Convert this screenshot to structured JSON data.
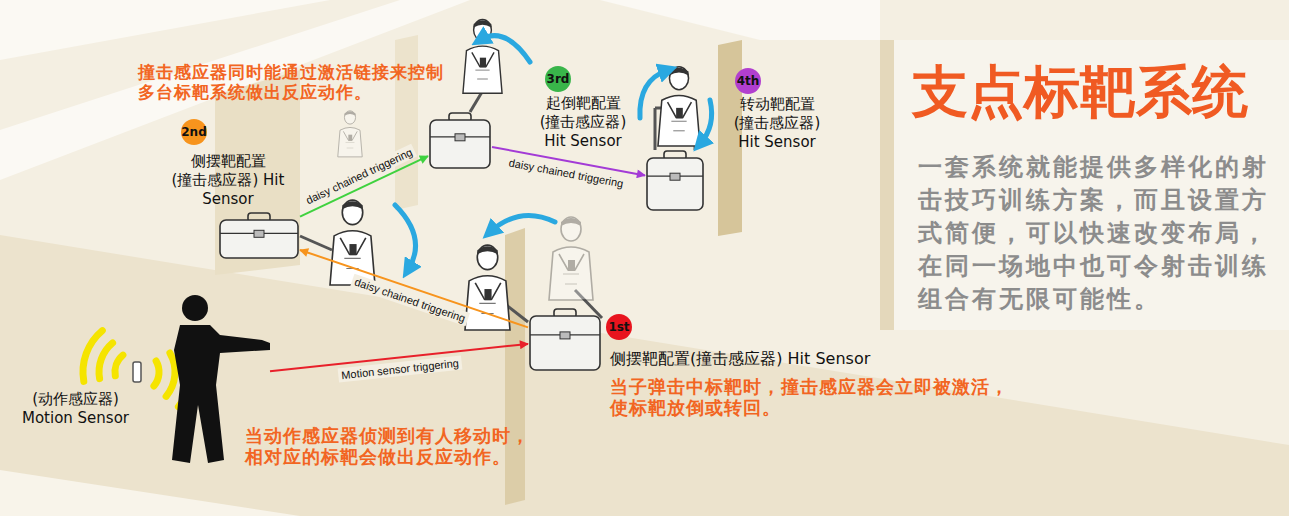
{
  "diagram": {
    "title": "支点标靶系统",
    "nodes": [
      {
        "text": [
          "(动作感应器) Motion Sensor"
        ]
      },
      {
        "text": [
          "1st",
          "侧摆靶配置(撞击感应器) Hit Sensor"
        ]
      },
      {
        "text": [
          "2nd",
          "侧摆靶配置 (撞击感应器) Hit Sensor"
        ]
      },
      {
        "text": [
          "3rd",
          "起倒靶配置 (撞击感应器) Hit Sensor"
        ]
      },
      {
        "text": [
          "4th",
          "转动靶配置 (撞击感应器) Hit Sensor"
        ]
      }
    ],
    "edges": [
      {
        "from": 0,
        "to": 1,
        "arrow": "to",
        "label": "Motion sensor triggering"
      },
      {
        "from": 1,
        "to": 2,
        "arrow": "to",
        "label": "daisy chained triggering"
      },
      {
        "from": 2,
        "to": 3,
        "arrow": "to",
        "label": "daisy chained triggering"
      },
      {
        "from": 3,
        "to": 4,
        "arrow": "to",
        "label": "daisy chained triggering"
      }
    ],
    "labels": [
      "撞击感应器同时能通过激活链接来控制多台标靶系统做出反应动作。",
      "当子弹击中标靶时，撞击感应器会立即被激活，使标靶放倒或转回。",
      "当动作感应器侦测到有人移动时，相对应的标靶会做出反应动作。",
      "一套系统就能提供多样化的射击技巧训练方案，而且设置方式简便，可以快速改变布局，在同一场地中也可令射击训练组合有无限可能性。"
    ]
  }
}
